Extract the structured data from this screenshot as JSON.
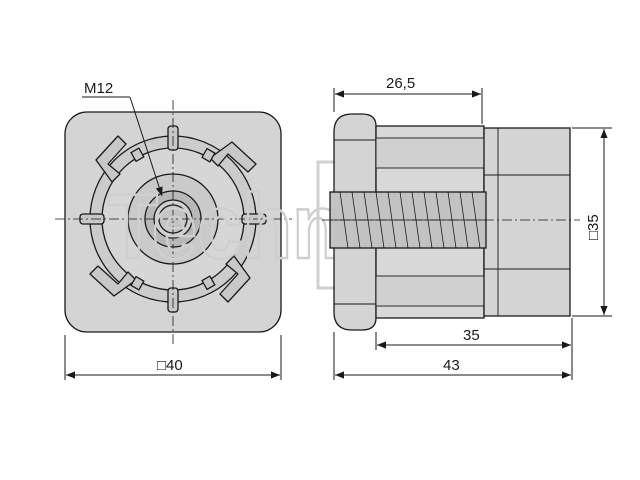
{
  "labels": {
    "thread": "M12",
    "front_width": "□40",
    "cap_length": "26,5",
    "body_length": "35",
    "total_length": "43",
    "tube_size": "□35"
  },
  "watermark": "TechnIXXL",
  "colors": {
    "fill": "#d4d4d4",
    "fill_dark": "#bdbdbd",
    "stroke": "#1a1a1a",
    "watermark": "#cfcfcf",
    "background": "#ffffff"
  }
}
